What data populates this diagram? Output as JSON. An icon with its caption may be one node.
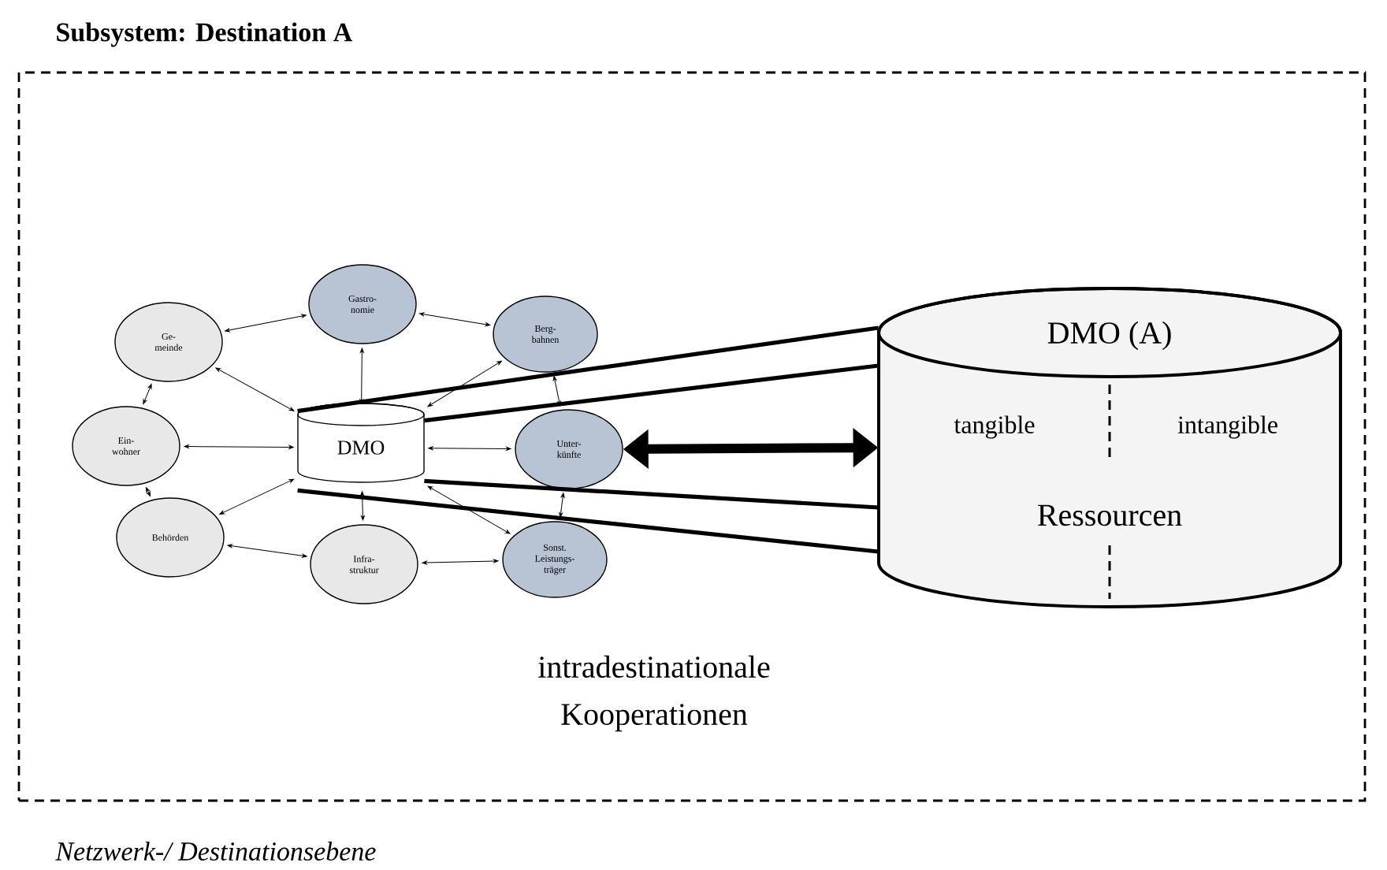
{
  "diagram": {
    "caption": "Netzwerk-/ Destinationsebene",
    "nodes": [
      {
        "text": [
          "Subsystem: Destination A"
        ]
      },
      {
        "text": [
          "DMO"
        ],
        "in": 0
      },
      {
        "text": [
          "Gastro- nomie"
        ],
        "in": 0
      },
      {
        "text": [
          "Berg- bahnen"
        ],
        "in": 0
      },
      {
        "text": [
          "Unter- künfte"
        ],
        "in": 0
      },
      {
        "text": [
          "Sonst. Leistungs- träger"
        ],
        "in": 0
      },
      {
        "text": [
          "Infra- struktur"
        ],
        "in": 0
      },
      {
        "text": [
          "Behörden"
        ],
        "in": 0
      },
      {
        "text": [
          "Ein- wohner"
        ],
        "in": 0
      },
      {
        "text": [
          "Ge- meinde"
        ],
        "in": 0
      },
      {
        "text": [
          "DMO (A)",
          "tangible",
          "intangible",
          "Ressourcen"
        ],
        "in": 0
      }
    ],
    "edges": [
      {
        "from": 1,
        "to": 2,
        "arrow": "both"
      },
      {
        "from": 1,
        "to": 3,
        "arrow": "both"
      },
      {
        "from": 1,
        "to": 4,
        "arrow": "both"
      },
      {
        "from": 1,
        "to": 5,
        "arrow": "both"
      },
      {
        "from": 1,
        "to": 6,
        "arrow": "both"
      },
      {
        "from": 1,
        "to": 7,
        "arrow": "both"
      },
      {
        "from": 1,
        "to": 8,
        "arrow": "both"
      },
      {
        "from": 1,
        "to": 9,
        "arrow": "both"
      },
      {
        "from": 2,
        "to": 3,
        "arrow": "both"
      },
      {
        "from": 3,
        "to": 4,
        "arrow": "both"
      },
      {
        "from": 4,
        "to": 5,
        "arrow": "both"
      },
      {
        "from": 5,
        "to": 6,
        "arrow": "both"
      },
      {
        "from": 6,
        "to": 7,
        "arrow": "both"
      },
      {
        "from": 7,
        "to": 8,
        "arrow": "both"
      },
      {
        "from": 8,
        "to": 9,
        "arrow": "both"
      },
      {
        "from": 9,
        "to": 2,
        "arrow": "both"
      },
      {
        "from": 4,
        "to": 10,
        "arrow": "both",
        "style": "thick"
      },
      {
        "from": 1,
        "to": 10,
        "arrow": "none",
        "style": "thick"
      },
      {
        "from": 1,
        "to": 10,
        "arrow": "none",
        "style": "thick"
      },
      {
        "from": 1,
        "to": 10,
        "arrow": "none",
        "style": "thick"
      },
      {
        "from": 1,
        "to": 10,
        "arrow": "none",
        "style": "thick"
      }
    ],
    "labels": [
      "intradestinationale Kooperationen"
    ]
  }
}
